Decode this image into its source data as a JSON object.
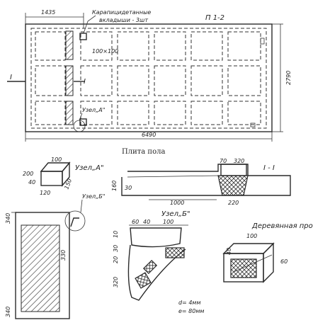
{
  "plan": {
    "mark": "П 1-2",
    "dim_top": "1435",
    "dim_length": "6490",
    "dim_height": "2790",
    "section_left": "I",
    "section_right": "I",
    "inserts_label_1": "Карапицидетанные",
    "inserts_label_2": "вкладыши - 3шт",
    "cell_size": "100×100",
    "node_a": "Узел„А\""
  },
  "caption": "Плита пола",
  "node_a_detail": {
    "title": "Узел„А\"",
    "dim_100": "100",
    "dim_200": "200",
    "dim_40": "40",
    "dim_120": "120",
    "dim_150": "150"
  },
  "section": {
    "title": "I - I",
    "dim_70": "70",
    "dim_320": "320",
    "dim_160": "160",
    "dim_30": "30",
    "dim_1000": "1000",
    "dim_220": "220"
  },
  "side_view": {
    "node_b": "Узел„Б\"",
    "dim_340_top": "340",
    "dim_330": "330",
    "dim_340_bot": "340"
  },
  "node_b_detail": {
    "title": "Узел„Б\"",
    "dim_60": "60",
    "dim_40": "40",
    "dim_100": "100",
    "dim_10": "10",
    "dim_30": "30",
    "dim_20": "20",
    "dim_320": "320",
    "d_label": "d= 4мм",
    "e_label": "e= 80мм"
  },
  "wood_insert": {
    "title": "Деревянная пробка",
    "dim_100": "100",
    "dim_40": "40",
    "dim_60": "60"
  }
}
